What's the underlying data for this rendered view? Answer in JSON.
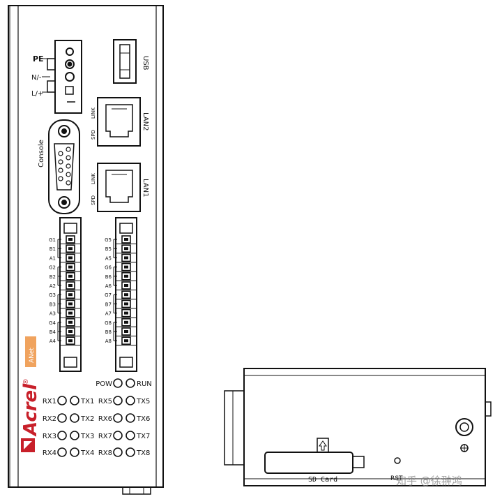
{
  "power": {
    "pe": "PE",
    "n": "N/-",
    "l": "L/+"
  },
  "ports": {
    "usb": "USB",
    "lan1": "LAN1",
    "lan2": "LAN2",
    "link": "LINK",
    "spd": "SPD",
    "console": "Console"
  },
  "terminals_left": [
    "G1",
    "B1",
    "A1",
    "G2",
    "B2",
    "A2",
    "G3",
    "B3",
    "A3",
    "G4",
    "B4",
    "A4"
  ],
  "terminals_right": [
    "G5",
    "B5",
    "A5",
    "G6",
    "B6",
    "A6",
    "G7",
    "B7",
    "A7",
    "G8",
    "B8",
    "A8"
  ],
  "brand": {
    "name": "Acrel",
    "reg": "®",
    "model": "ANet"
  },
  "leds": {
    "pow": "POW",
    "run": "RUN",
    "rx": [
      "RX1",
      "RX2",
      "RX3",
      "RX4",
      "RX5",
      "RX6",
      "RX7",
      "RX8"
    ],
    "tx": [
      "TX1",
      "TX2",
      "TX3",
      "TX4",
      "TX5",
      "TX6",
      "TX7",
      "TX8"
    ]
  },
  "side": {
    "sd_card": "SD Card",
    "rst": "RST"
  },
  "watermark": "知乎 @徐翀鸿",
  "colors": {
    "line": "#111111",
    "brand_red": "#c8202a",
    "model_bg": "#f0a35e"
  }
}
